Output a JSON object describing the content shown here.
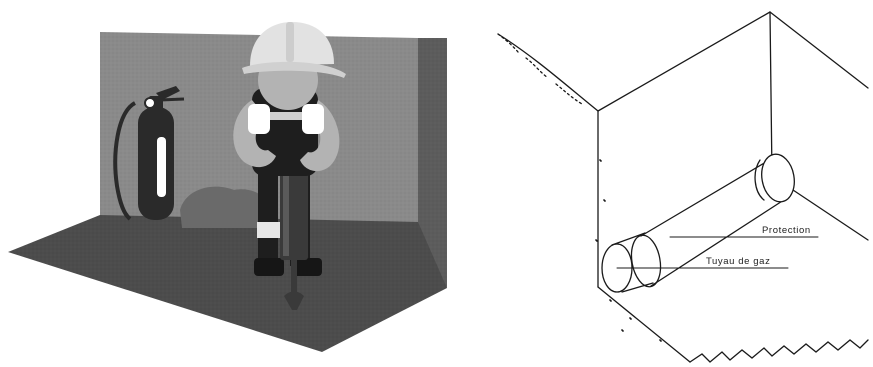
{
  "left_figure": {
    "illustration": "worker-with-jackhammer-and-fire-extinguisher"
  },
  "right_figure": {
    "labels": {
      "protection": "Protection",
      "gas_pipe": "Tuyau de gaz"
    }
  },
  "colors": {
    "wall": "#8a8a8a",
    "side_wall": "#5c5c5c",
    "floor": "#4c4c4c",
    "helmet": "#e2e2e2",
    "skin": "#b3b3b3",
    "torso": "#1e1e1e",
    "extinguisher": "#2a2a2a",
    "line": "#1a1a1a"
  }
}
